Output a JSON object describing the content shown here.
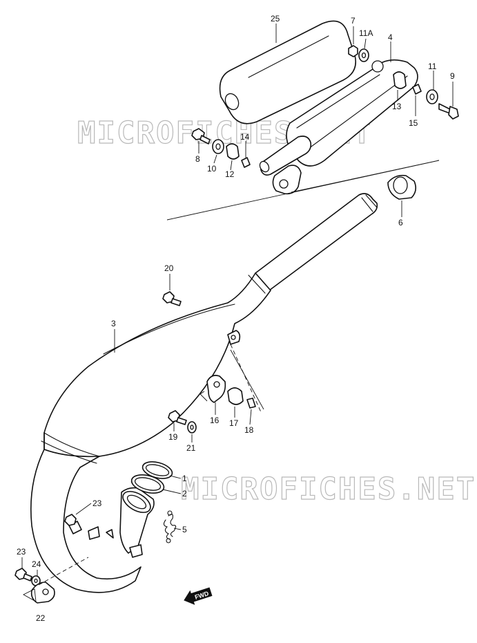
{
  "watermark": "MICROFICHES.NET",
  "fwd": "FWD",
  "labels": {
    "p1": "1",
    "p2": "2",
    "p3": "3",
    "p4": "4",
    "p5": "5",
    "p6": "6",
    "p7": "7",
    "p8": "8",
    "p9": "9",
    "p10": "10",
    "p11": "11",
    "p11a": "11A",
    "p12": "12",
    "p13": "13",
    "p14": "14",
    "p15": "15",
    "p16": "16",
    "p17": "17",
    "p18": "18",
    "p19": "19",
    "p20": "20",
    "p21": "21",
    "p22": "22",
    "p23a": "23",
    "p23b": "23",
    "p24": "24",
    "p25": "25"
  }
}
